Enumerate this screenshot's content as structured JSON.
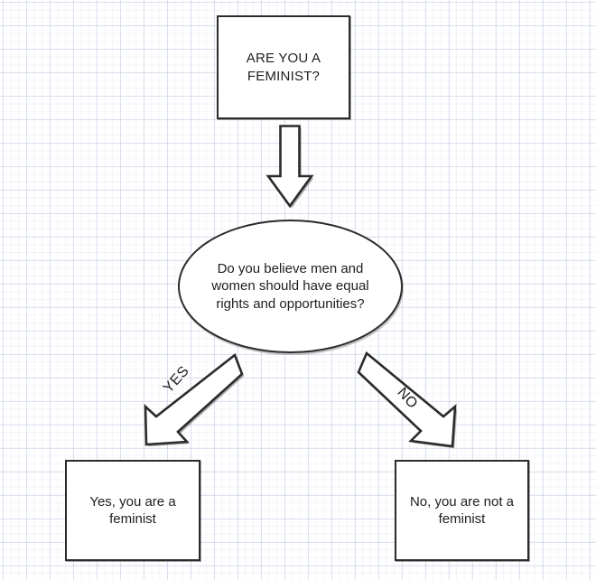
{
  "diagram": {
    "title": "Are you a feminist flowchart",
    "background": "graph-paper-grid",
    "colors": {
      "stroke": "#2b2b2b",
      "fill": "#ffffff",
      "text": "#202020",
      "grid": "#c6cee2"
    },
    "nodes": {
      "start": {
        "shape": "rectangle",
        "text": "ARE YOU A\nFEMINIST?"
      },
      "decision": {
        "shape": "ellipse",
        "text": "Do you believe men and\nwomen should have equal\nrights and opportunities?"
      },
      "yes_result": {
        "shape": "rectangle",
        "text": "Yes, you are a\nfeminist"
      },
      "no_result": {
        "shape": "rectangle",
        "text": "No, you are not a\nfeminist"
      }
    },
    "connectors": {
      "start_to_decision": {
        "icon": "block-arrow-down",
        "label": ""
      },
      "decision_to_yes": {
        "icon": "block-arrow-down-left",
        "label": "YES"
      },
      "decision_to_no": {
        "icon": "block-arrow-down-right",
        "label": "NO"
      }
    }
  }
}
